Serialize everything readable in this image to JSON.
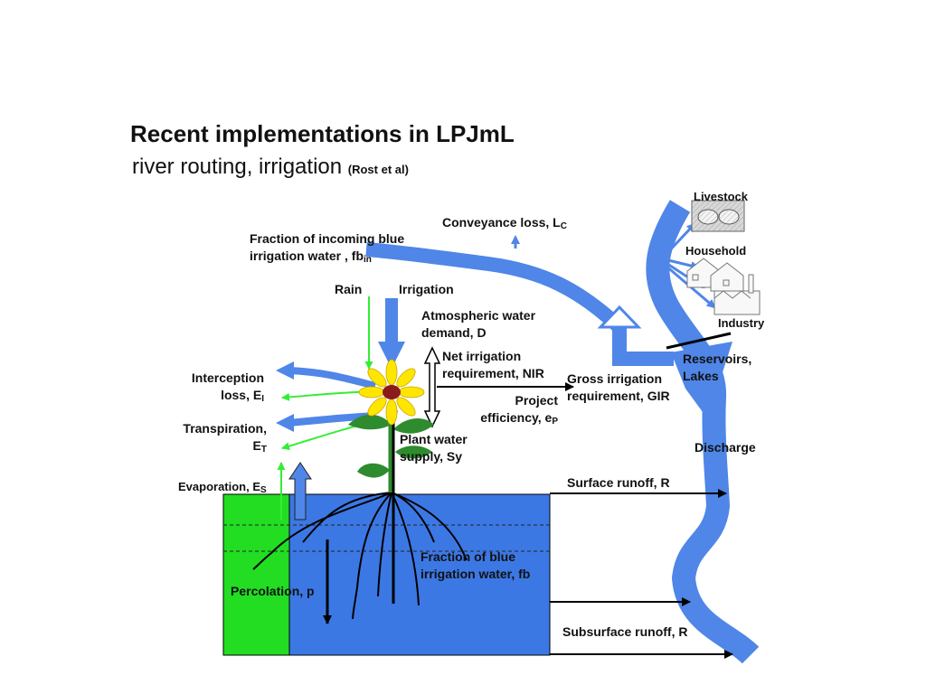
{
  "slide": {
    "title": "Recent implementations in LPJmL",
    "subtitle": "river routing, irrigation",
    "credit": "(Rost et al)"
  },
  "labels": {
    "livestock": "Livestock",
    "household": "Household",
    "industry": "Industry",
    "conveyance_loss": "Conveyance loss, L",
    "conveyance_loss_sub": "C",
    "fraction_incoming_1": "Fraction of incoming blue",
    "fraction_incoming_2": "irrigation water , fb",
    "fraction_incoming_sub": "in",
    "rain": "Rain",
    "irrigation": "Irrigation",
    "atmospheric_1": "Atmospheric water",
    "atmospheric_2": "demand, D",
    "nir_1": "Net irrigation",
    "nir_2": "requirement, NIR",
    "gir_1": "Gross irrigation",
    "gir_2": "requirement, GIR",
    "project_1": "Project",
    "project_2": "efficiency, e",
    "project_sub": "P",
    "reservoirs_1": "Reservoirs,",
    "reservoirs_2": "Lakes",
    "interception_1": "Interception",
    "interception_2": "loss, E",
    "interception_sub": "I",
    "transpiration_1": "Transpiration,",
    "transpiration_2": "E",
    "transpiration_sub": "T",
    "plant_water_1": "Plant water",
    "plant_water_2": "supply, Sy",
    "discharge": "Discharge",
    "evaporation": "Evaporation, E",
    "evaporation_sub": "S",
    "surface_runoff": "Surface runoff, R",
    "fraction_blue_1": "Fraction of blue",
    "fraction_blue_2": "irrigation water,  fb",
    "percolation": "Percolation, p",
    "subsurface_runoff": "Subsurface runoff, R"
  },
  "colors": {
    "water_blue": "#4f86e8",
    "soil_blue": "#3c78e4",
    "soil_green": "#22dd22",
    "flux_green": "#33ee33",
    "arrow_black": "#000000",
    "stem_green": "#2e8b2e",
    "flower_yellow": "#ffe600"
  }
}
